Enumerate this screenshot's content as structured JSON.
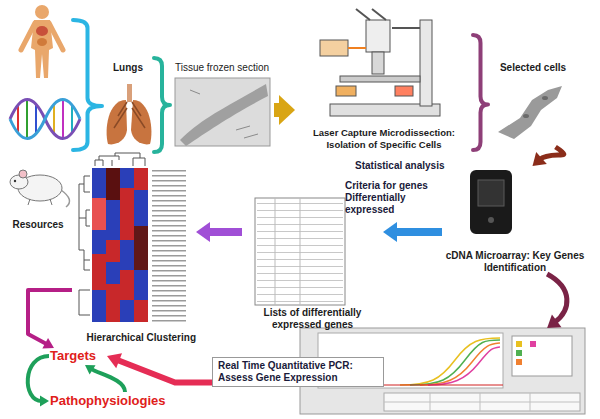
{
  "diagram": {
    "nodes": [
      {
        "text": [
          "Resources"
        ]
      },
      {
        "text": [
          "Lungs"
        ]
      },
      {
        "text": [
          "Tissue frozen section"
        ]
      },
      {
        "text": [
          "Laser Capture Microdissection: Isolation of Specific Cells"
        ]
      },
      {
        "text": [
          "Selected cells"
        ]
      },
      {
        "text": [
          "cDNA Microarray: Key Genes Identification"
        ]
      },
      {
        "text": [
          "Lists of differentially expressed genes"
        ]
      },
      {
        "text": [
          "Hierarchical Clustering"
        ]
      },
      {
        "text": [
          "Real Time Quantitative PCR: Assess Gene Expression"
        ]
      },
      {
        "text": [
          "Targets"
        ]
      },
      {
        "text": [
          "Pathophysiologies"
        ]
      }
    ],
    "edges": [
      {
        "from": 0,
        "to": 1,
        "arrow": "none"
      },
      {
        "from": 1,
        "to": 2,
        "arrow": "none"
      },
      {
        "from": 2,
        "to": 3,
        "arrow": "to"
      },
      {
        "from": 3,
        "to": 4,
        "arrow": "none"
      },
      {
        "from": 4,
        "to": 5,
        "arrow": "to"
      },
      {
        "from": 5,
        "to": 6,
        "arrow": "to"
      },
      {
        "from": 6,
        "to": 7,
        "arrow": "to"
      },
      {
        "from": 7,
        "to": 9,
        "arrow": "to"
      },
      {
        "from": 8,
        "to": 9,
        "arrow": "to"
      },
      {
        "from": 9,
        "to": 10,
        "arrow": "to"
      },
      {
        "from": 10,
        "to": 9,
        "arrow": "to"
      },
      {
        "from": 5,
        "to": 8,
        "arrow": "to"
      }
    ],
    "labels": [
      "Statistical analysis",
      "Criteria for genes Differentially expressed"
    ]
  }
}
